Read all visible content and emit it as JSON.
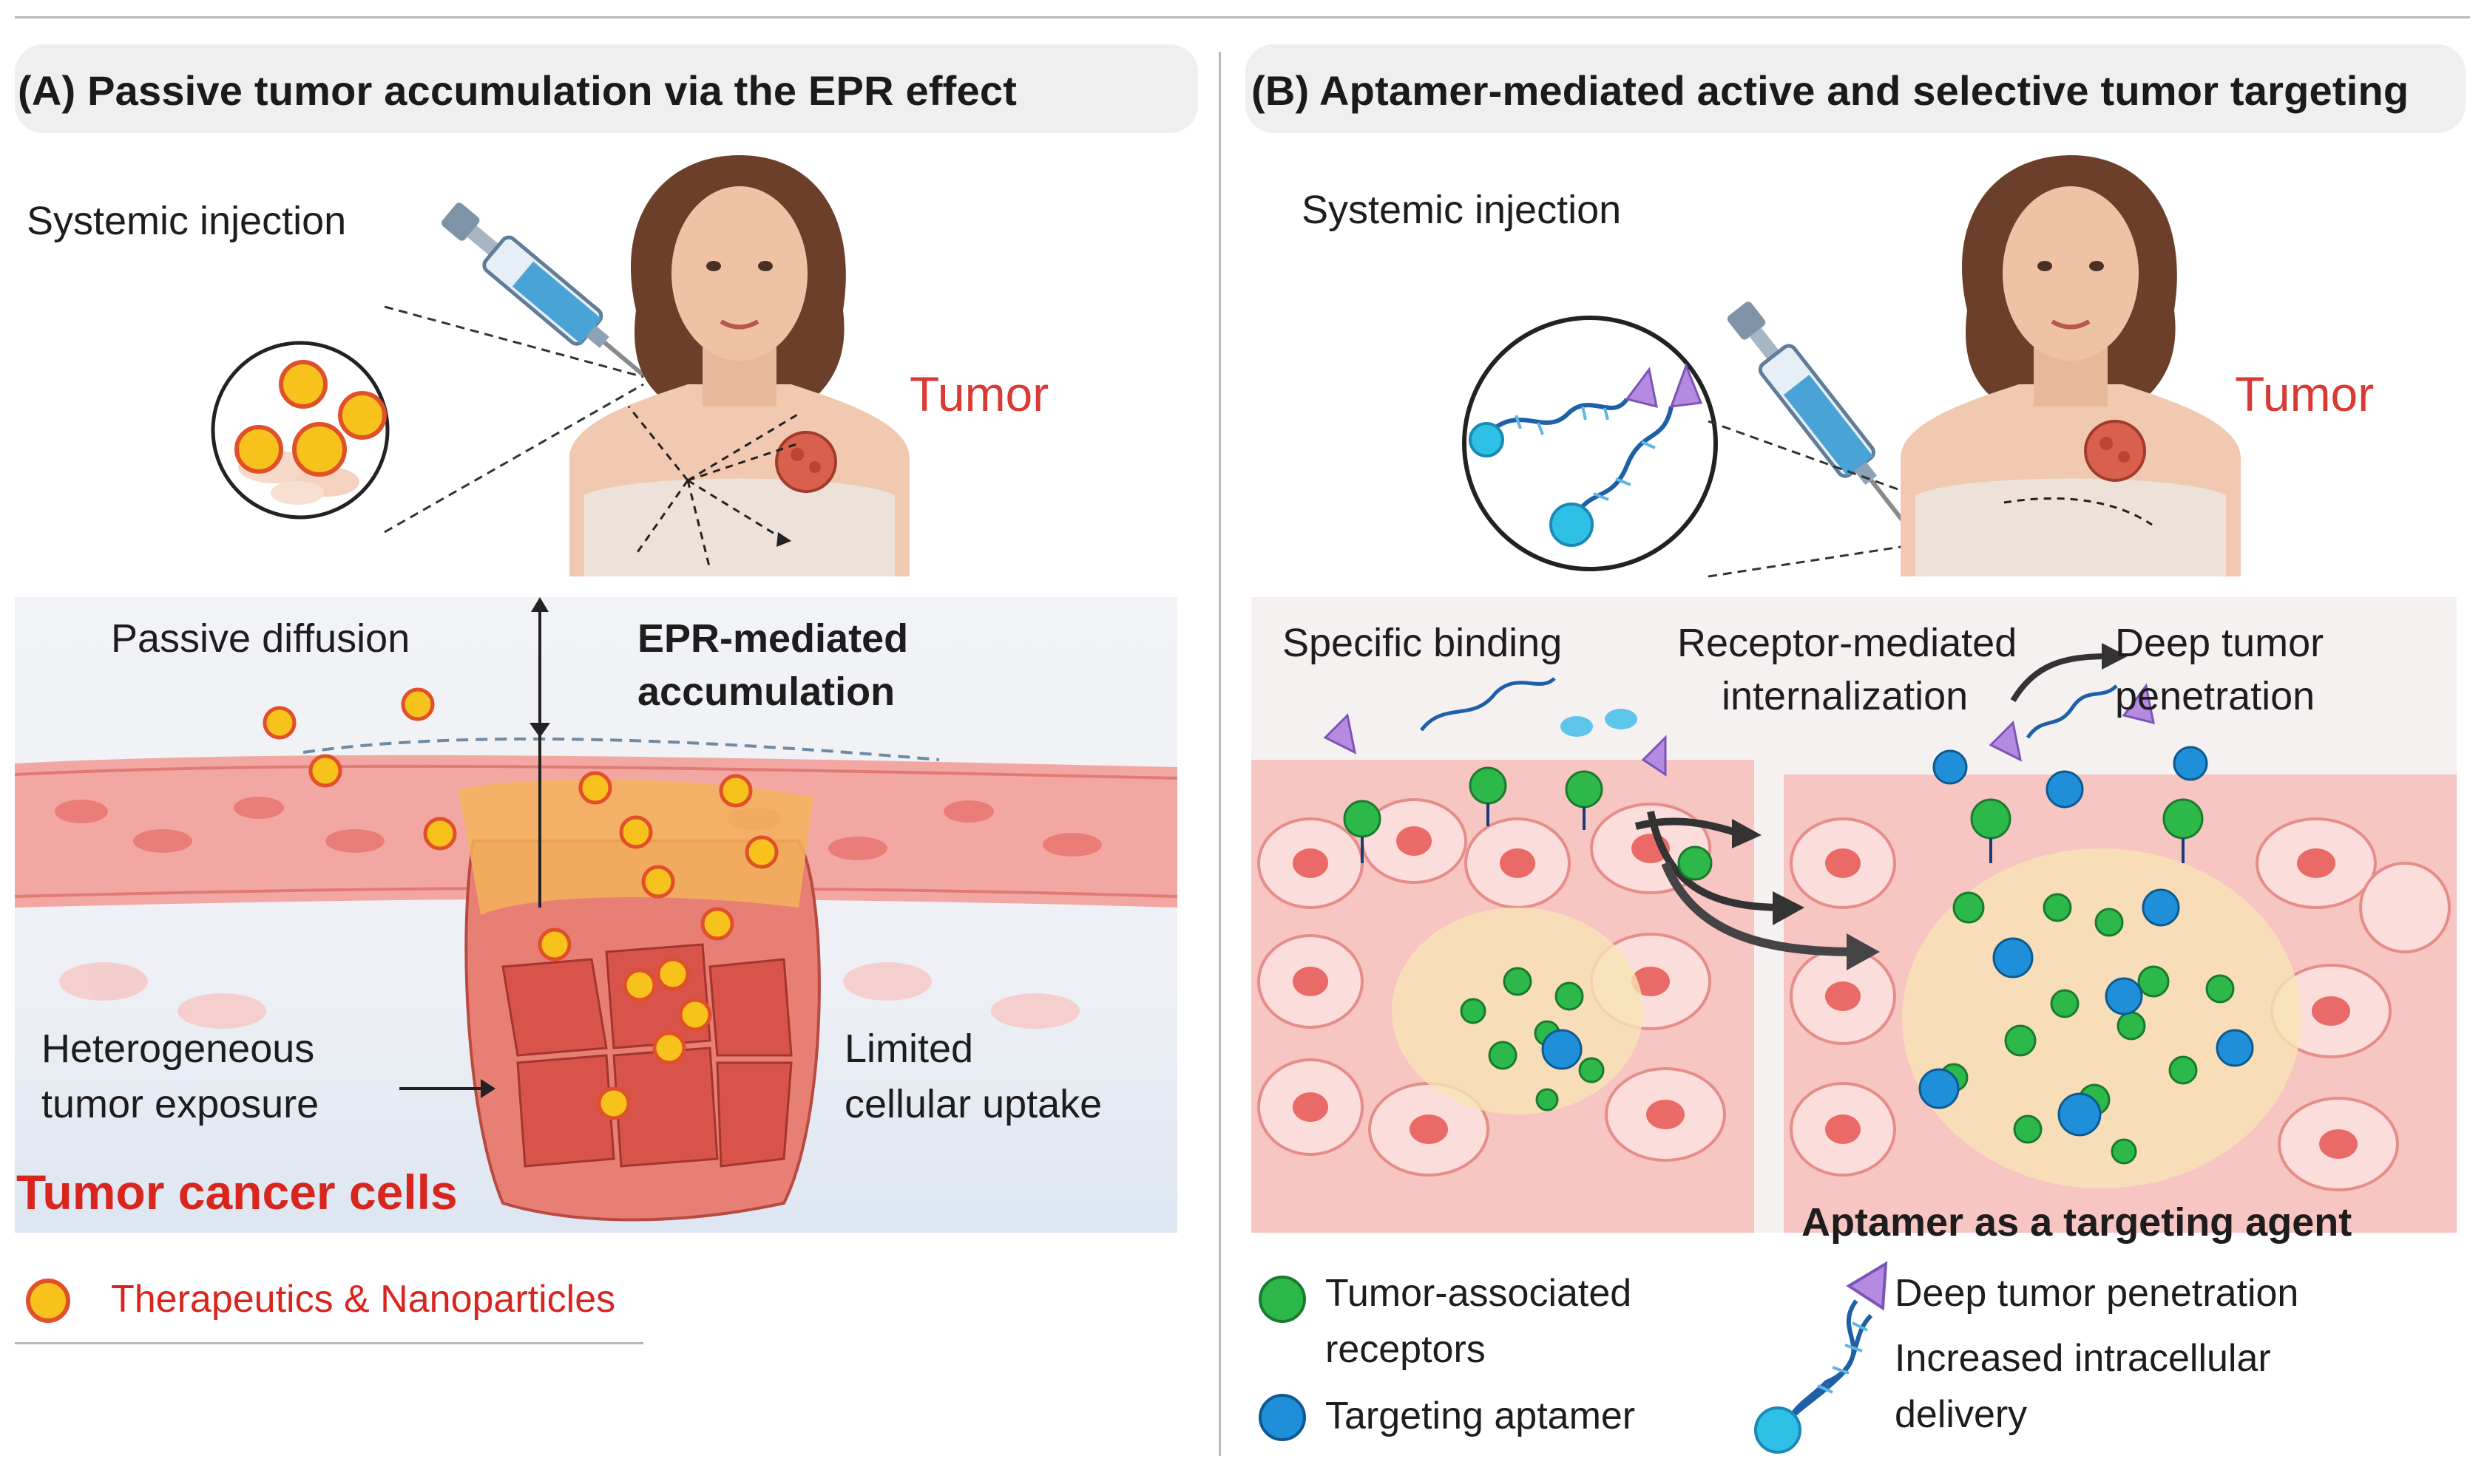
{
  "panel_a": {
    "header": "(A)  Passive tumor accumulation via the EPR effect",
    "systemic_injection": "Systemic injection",
    "tumor": "Tumor",
    "passive_diffusion": "Passive diffusion",
    "epr_line1": "EPR-mediated",
    "epr_line2": "accumulation",
    "heterogeneous_line1": "Heterogeneous",
    "heterogeneous_line2": "tumor exposure",
    "limited_line1": "Limited",
    "limited_line2": "cellular uptake",
    "tumor_cancer_cells": "Tumor cancer cells",
    "legend": "Therapeutics & Nanoparticles"
  },
  "panel_b": {
    "header": "(B)  Aptamer-mediated active and selective tumor targeting",
    "systemic_injection": "Systemic injection",
    "tumor": "Tumor",
    "specific_binding": "Specific binding",
    "receptor_line1": "Receptor-mediated",
    "receptor_line2": "internalization",
    "deep_line1": "Deep tumor",
    "deep_line2": "penetration",
    "aptamer_agent": "Aptamer as a targeting agent",
    "legend_receptors_line1": "Tumor-associated",
    "legend_receptors_line2": "receptors",
    "legend_aptamer": "Targeting aptamer",
    "legend_penetration": "Deep tumor penetration",
    "legend_delivery_line1": "Increased intracellular",
    "legend_delivery_line2": "delivery"
  },
  "colors": {
    "nanoparticle": "#f6c21b",
    "nanoparticle_ring": "#d8261f",
    "receptor_green": "#2db84a",
    "aptamer_blue": "#1e8fd8",
    "tumor_red": "#d83a35",
    "tissue_pink": "#f3b7b2"
  }
}
